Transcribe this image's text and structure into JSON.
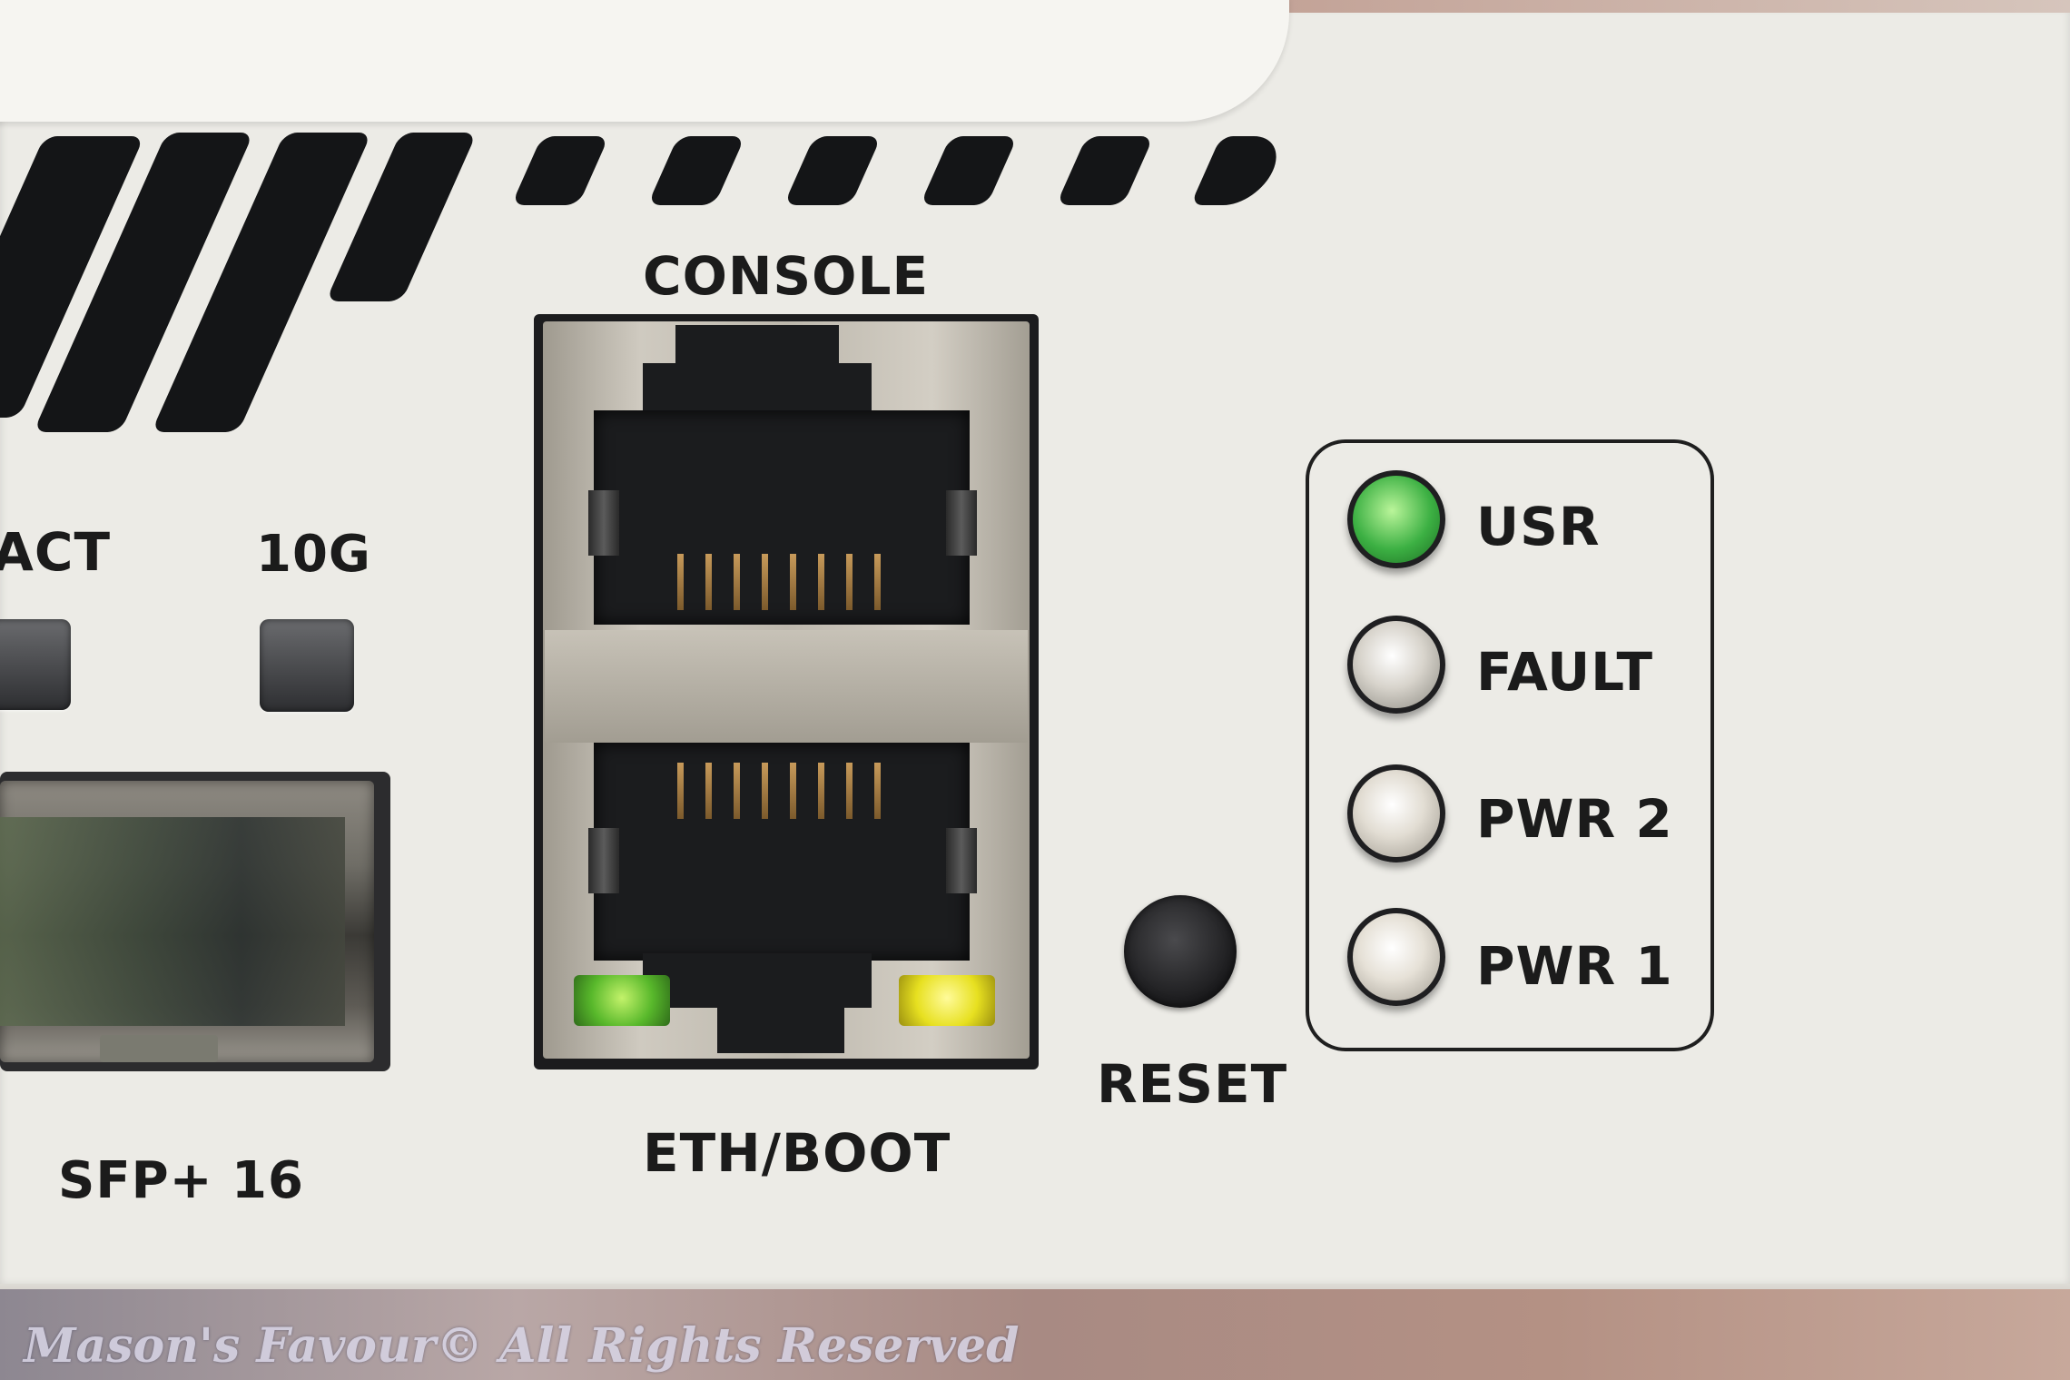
{
  "labels": {
    "console": "CONSOLE",
    "act": "ACT",
    "ten_g": "10G",
    "usr": "USR",
    "fault": "FAULT",
    "pwr2": "PWR 2",
    "pwr1": "PWR 1",
    "reset": "RESET",
    "eth_boot": "ETH/BOOT",
    "sfp": "SFP+ 16"
  },
  "watermark": "Mason's Favour© All Rights Reserved",
  "colors": {
    "chassis": "#ecebe6",
    "usr_led": "#3cb043",
    "eth_link_led": "#58b82b",
    "eth_activity_led": "#e7e020"
  },
  "indicators": {
    "usr_led": "on",
    "fault_led": "off",
    "pwr2_led": "off",
    "pwr1_led": "off"
  }
}
